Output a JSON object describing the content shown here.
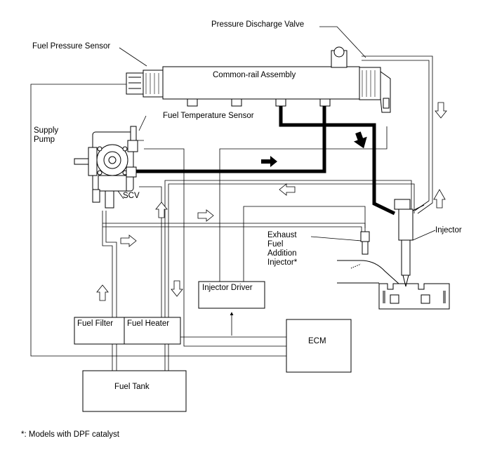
{
  "labels": {
    "pressure_discharge_valve": "Pressure Discharge Valve",
    "fuel_pressure_sensor": "Fuel Pressure Sensor",
    "common_rail": "Common-rail Assembly",
    "fuel_temperature_sensor": "Fuel Temperature Sensor",
    "supply_pump": "Supply Pump",
    "scv": "SCV",
    "exhaust_fuel_addition_injector": "Exhaust Fuel Addition Injector*",
    "injector": "Injector",
    "injector_driver": "Injector Driver",
    "fuel_filter": "Fuel Filter",
    "fuel_heater": "Fuel Heater",
    "ecm": "ECM",
    "fuel_tank": "Fuel Tank"
  },
  "footnote": "*: Models with DPF catalyst"
}
